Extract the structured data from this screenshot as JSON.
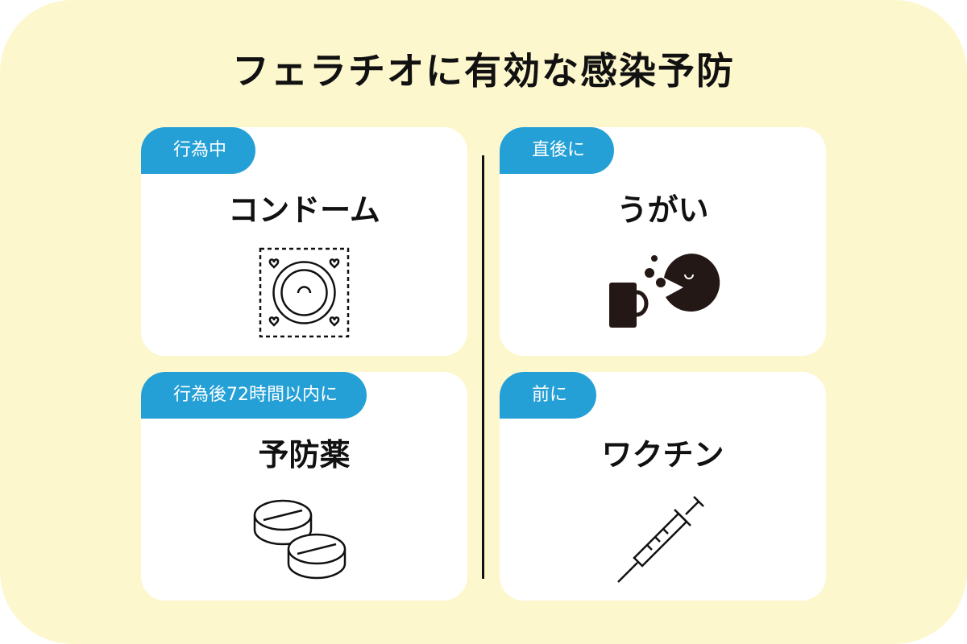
{
  "title": "フェラチオに有効な感染予防",
  "cards": [
    {
      "tab": "行為中",
      "name": "コンドーム",
      "icon": "condom-icon"
    },
    {
      "tab": "直後に",
      "name": "うがい",
      "icon": "gargle-icon"
    },
    {
      "tab": "行為後72時間以内に",
      "name": "予防薬",
      "icon": "pills-icon"
    },
    {
      "tab": "前に",
      "name": "ワクチン",
      "icon": "syringe-icon"
    }
  ],
  "colors": {
    "background": "#fdf7cd",
    "tab": "#25a0d6",
    "card": "#ffffff",
    "text": "#111111"
  }
}
